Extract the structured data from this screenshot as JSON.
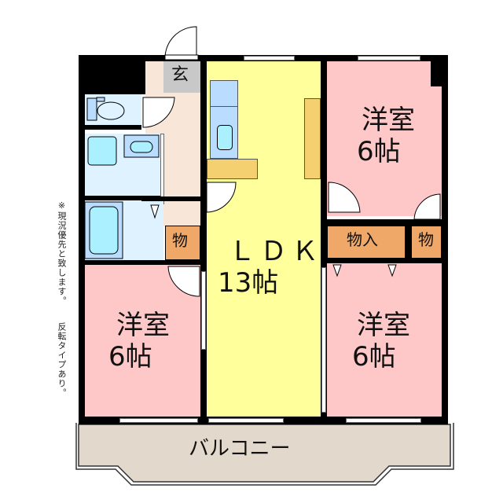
{
  "plan": {
    "notes": [
      "※現況優先と致します。",
      "反転タイプあり。"
    ],
    "rooms": [
      {
        "id": "genkan",
        "label": "玄"
      },
      {
        "id": "ldk",
        "name": "ＬＤＫ",
        "size": "13帖"
      },
      {
        "id": "bedroom_ne",
        "name": "洋室",
        "size": "6帖"
      },
      {
        "id": "bedroom_sw",
        "name": "洋室",
        "size": "6帖"
      },
      {
        "id": "bedroom_se",
        "name": "洋室",
        "size": "6帖"
      },
      {
        "id": "storage_w",
        "label": "物"
      },
      {
        "id": "closet_e",
        "label": "物入"
      },
      {
        "id": "storage_e",
        "label": "物"
      },
      {
        "id": "balcony",
        "label": "バルコニー"
      }
    ],
    "colors": {
      "bedroom": "#ffc8c8",
      "ldk": "#ffff9c",
      "wet": "#dff2ff",
      "fixture": "#b9dcff",
      "basin": "#aaf0ff",
      "hall": "#f8e6d8",
      "storage": "#f0a868",
      "counter": "#f5d070",
      "genkan": "#c8c8c8",
      "balcony": "#e2d8cc"
    }
  }
}
